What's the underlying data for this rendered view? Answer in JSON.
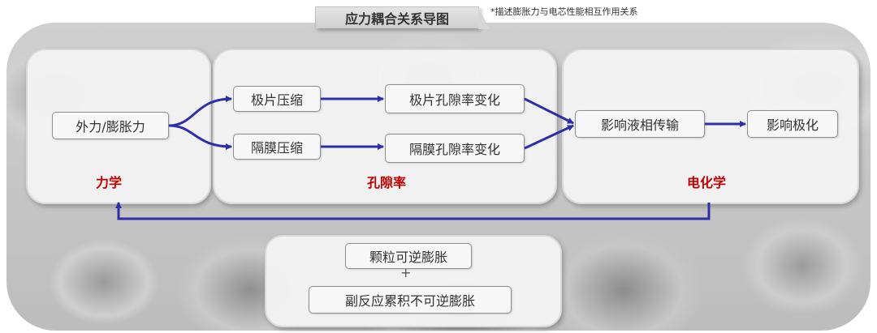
{
  "header": {
    "title": "应力耦合关系导图",
    "note": "*描述膨胀力与电芯性能相互作用关系"
  },
  "panels": {
    "mechanics": {
      "label": "力学"
    },
    "porosity": {
      "label": "孔隙率"
    },
    "electrochem": {
      "label": "电化学"
    }
  },
  "nodes": {
    "external_force": "外力/膨胀力",
    "electrode_compress": "极片压缩",
    "electrode_porosity": "极片孔隙率变化",
    "separator_compress": "隔膜压缩",
    "separator_porosity": "隔膜孔隙率变化",
    "liquid_transport": "影响液相传输",
    "polarization": "影响极化"
  },
  "bottom": {
    "item1": "颗粒可逆膨胀",
    "plus": "+",
    "item2": "副反应累积不可逆膨胀"
  },
  "colors": {
    "arrow": "#2e2ea8",
    "accent_red": "#c00000"
  }
}
